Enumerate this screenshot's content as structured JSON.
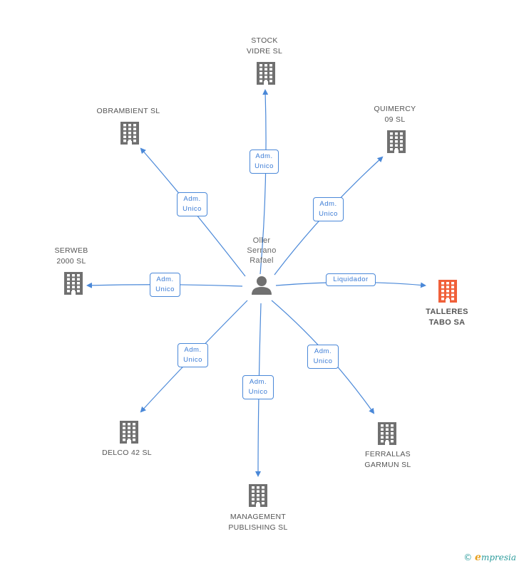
{
  "center": {
    "name": "Oller\nSerrano\nRafael",
    "icon": "person-icon"
  },
  "colors": {
    "edge": "#4a88d8",
    "building": "#707070",
    "focus_building": "#f0603a"
  },
  "nodes": [
    {
      "id": "stock",
      "label": "STOCK\nVIDRE SL",
      "role": "Adm.\nUnico",
      "focus": false
    },
    {
      "id": "obrambient",
      "label": "OBRAMBIENT SL",
      "role": "Adm.\nUnico",
      "focus": false
    },
    {
      "id": "quimercy",
      "label": "QUIMERCY\n09 SL",
      "role": "Adm.\nUnico",
      "focus": false
    },
    {
      "id": "serweb",
      "label": "SERWEB\n2000  SL",
      "role": "Adm.\nUnico",
      "focus": false
    },
    {
      "id": "talleres",
      "label": "TALLERES\nTABO SA",
      "role": "Liquidador",
      "focus": true
    },
    {
      "id": "delco",
      "label": "DELCO 42 SL",
      "role": "Adm.\nUnico",
      "focus": false
    },
    {
      "id": "management",
      "label": "MANAGEMENT\nPUBLISHING SL",
      "role": "Adm.\nUnico",
      "focus": false
    },
    {
      "id": "ferrallas",
      "label": "FERRALLAS\nGARMUN SL",
      "role": "Adm.\nUnico",
      "focus": false
    }
  ],
  "footer": {
    "copyright": "©",
    "brand_initial": "e",
    "brand_rest": "mpresia"
  }
}
